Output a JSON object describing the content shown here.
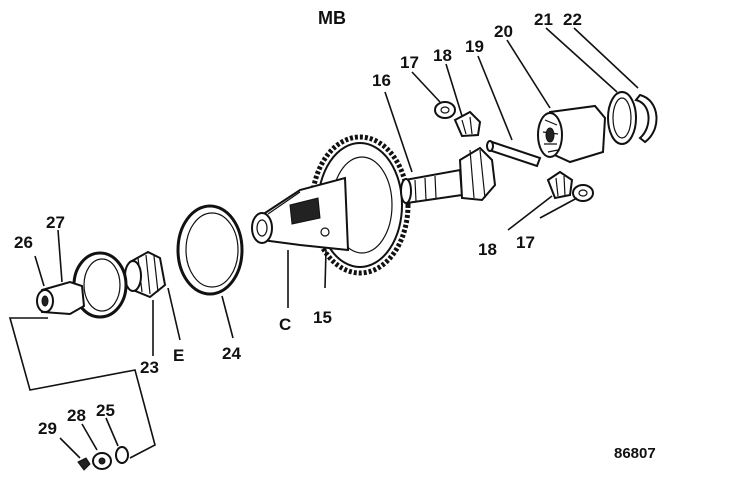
{
  "title": "MB",
  "figure_number": "86807",
  "callouts": {
    "c15": "15",
    "c16": "16",
    "c17a": "17",
    "c17b": "17",
    "c18a": "18",
    "c18b": "18",
    "c19": "19",
    "c20": "20",
    "c21": "21",
    "c22": "22",
    "c23": "23",
    "c24": "24",
    "c25": "25",
    "c26": "26",
    "c27": "27",
    "c28": "28",
    "c29": "29",
    "cC": "C",
    "cE": "E"
  }
}
